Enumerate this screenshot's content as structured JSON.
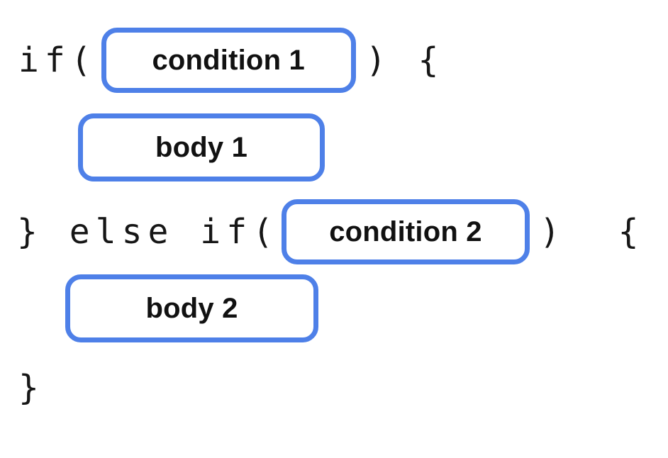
{
  "diagram": {
    "description": "if / else-if statement structure diagram with placeholder slots",
    "code": {
      "if_open": "if(",
      "close_paren_open_brace_1": ") {",
      "else_if_open": "} else if(",
      "close_paren_open_brace_2": ")  {",
      "final_close_brace": "}"
    },
    "slots": {
      "condition1": "condition 1",
      "body1": "body 1",
      "condition2": "condition 2",
      "body2": "body 2"
    }
  },
  "colors": {
    "box_border": "#4e80e8",
    "code_text": "#161616",
    "label_text": "#111111",
    "background": "#ffffff"
  }
}
